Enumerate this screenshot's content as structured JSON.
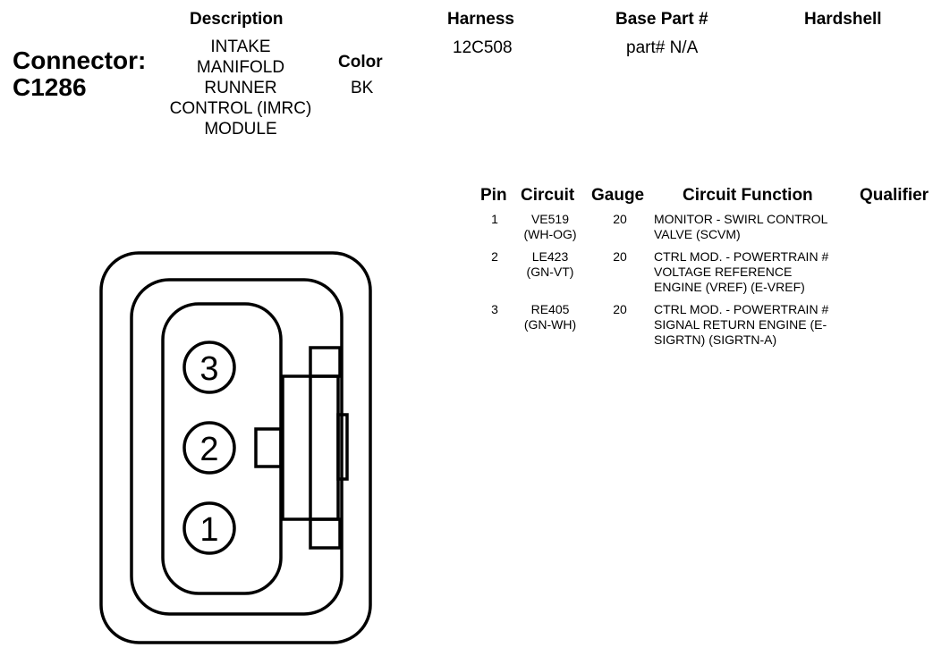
{
  "header": {
    "description_label": "Description",
    "harness_label": "Harness",
    "base_part_label": "Base Part #",
    "hardshell_label": "Hardshell",
    "color_label": "Color"
  },
  "connector": {
    "label": "Connector:",
    "id": "C1286",
    "description": [
      "INTAKE",
      "MANIFOLD",
      "RUNNER",
      "CONTROL (IMRC)",
      "MODULE"
    ],
    "harness": "12C508",
    "base_part": "part# N/A",
    "color": "BK"
  },
  "pin_table": {
    "headers": {
      "pin": "Pin",
      "circuit": "Circuit",
      "gauge": "Gauge",
      "function": "Circuit Function",
      "qualifier": "Qualifier"
    },
    "rows": [
      {
        "pin": "1",
        "circuit": [
          "VE519",
          "(WH-OG)"
        ],
        "gauge": "20",
        "function": [
          "MONITOR - SWIRL CONTROL",
          "VALVE (SCVM)"
        ]
      },
      {
        "pin": "2",
        "circuit": [
          "LE423",
          "(GN-VT)"
        ],
        "gauge": "20",
        "function": [
          "CTRL MOD. - POWERTRAIN #",
          "VOLTAGE REFERENCE",
          "ENGINE (VREF) (E-VREF)"
        ]
      },
      {
        "pin": "3",
        "circuit": [
          "RE405",
          "(GN-WH)"
        ],
        "gauge": "20",
        "function": [
          "CTRL MOD. - POWERTRAIN #",
          "SIGNAL RETURN ENGINE (E-",
          "SIGRTN) (SIGRTN-A)"
        ]
      }
    ]
  },
  "diagram": {
    "pin_labels": [
      "3",
      "2",
      "1"
    ]
  }
}
